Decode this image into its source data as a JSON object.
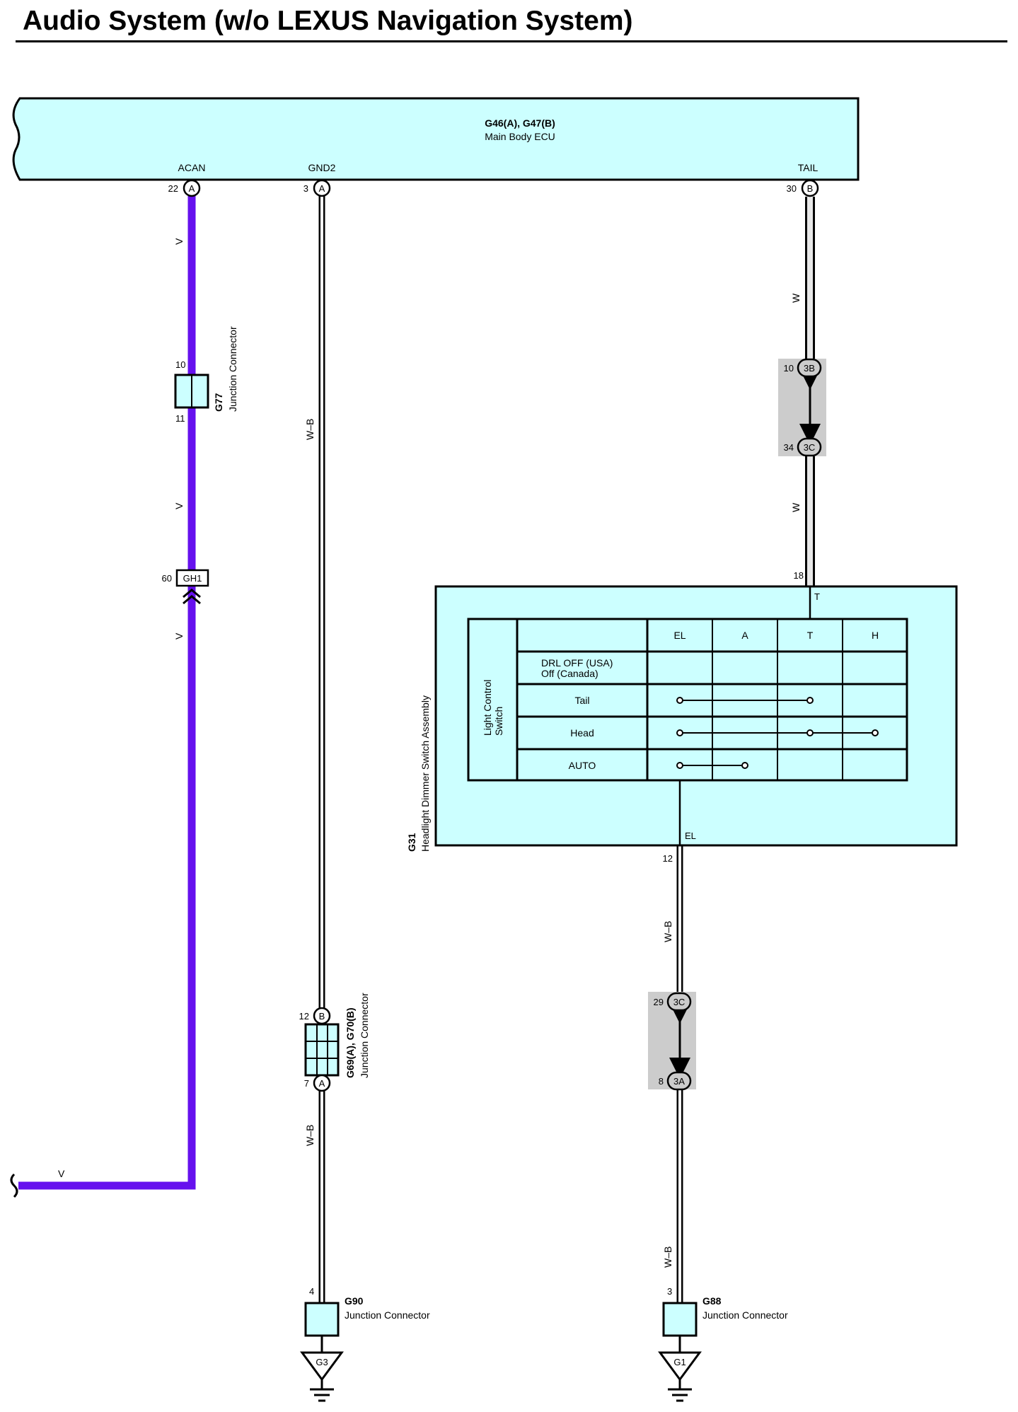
{
  "title": "Audio System (w/o LEXUS Navigation System)",
  "colors": {
    "body_fill": "#ccffff",
    "v_wire": "#6611ee",
    "splice_gray": "#cccccc"
  },
  "ecu": {
    "id": "G46(A), G47(B)",
    "name": "Main Body ECU",
    "terminals": {
      "acan": {
        "label": "ACAN",
        "pin": "22",
        "conn": "A"
      },
      "gnd2": {
        "label": "GND2",
        "pin": "3",
        "conn": "A"
      },
      "tail": {
        "label": "TAIL",
        "pin": "30",
        "conn": "B"
      }
    }
  },
  "wires": {
    "v": "V",
    "w": "W",
    "wb": "W–B"
  },
  "g77": {
    "id": "G77",
    "name": "Junction Connector",
    "pin_top": "10",
    "pin_bottom": "11"
  },
  "gh1": {
    "id": "GH1",
    "pin": "60"
  },
  "splice_top": {
    "pin_a": "10",
    "conn_a": "3B",
    "pin_b": "34",
    "conn_b": "3C"
  },
  "switch": {
    "id": "G31",
    "name": "Headlight Dimmer Switch Assembly",
    "pin_t": "18",
    "term_t": "T",
    "pin_el": "12",
    "term_el": "EL",
    "side_label_1": "Light Control",
    "side_label_2": "Switch",
    "columns": [
      "EL",
      "A",
      "T",
      "H"
    ],
    "rows": [
      "DRL OFF (USA)|Off (Canada)",
      "Tail",
      "Head",
      "AUTO"
    ]
  },
  "g69": {
    "id": "G69(A), G70(B)",
    "name": "Junction Connector",
    "pin_top": "12",
    "conn_top": "B",
    "pin_bottom": "7",
    "conn_bottom": "A"
  },
  "splice_bottom": {
    "pin_a": "29",
    "conn_a": "3C",
    "pin_b": "8",
    "conn_b": "3A"
  },
  "g90": {
    "id": "G90",
    "name": "Junction Connector",
    "pin": "4",
    "ground": "G3"
  },
  "g88": {
    "id": "G88",
    "name": "Junction Connector",
    "pin": "3",
    "ground": "G1"
  }
}
